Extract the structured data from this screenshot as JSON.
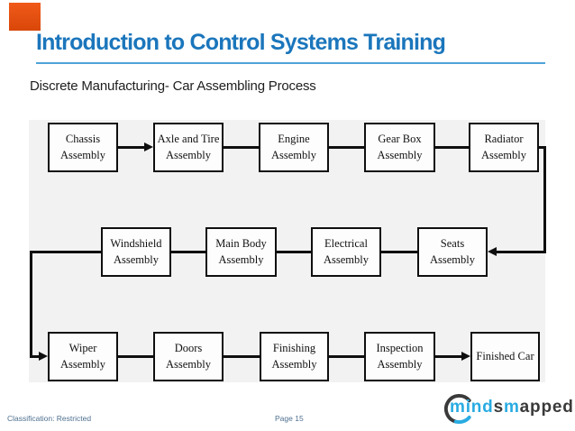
{
  "slide": {
    "title": "Introduction to Control Systems Training",
    "subtitle": "Discrete Manufacturing- Car Assembling Process"
  },
  "flowchart": {
    "nodes": [
      {
        "label": "Chassis\nAssembly"
      },
      {
        "label": "Axle and Tire\nAssembly"
      },
      {
        "label": "Engine\nAssembly"
      },
      {
        "label": "Gear Box\nAssembly"
      },
      {
        "label": "Radiator\nAssembly"
      },
      {
        "label": "Windshield\nAssembly"
      },
      {
        "label": "Main Body\nAssembly"
      },
      {
        "label": "Electrical\nAssembly"
      },
      {
        "label": "Seats\nAssembly"
      },
      {
        "label": "Wiper\nAssembly"
      },
      {
        "label": "Doors\nAssembly"
      },
      {
        "label": "Finishing\nAssembly"
      },
      {
        "label": "Inspection\nAssembly"
      },
      {
        "label": "Finished Car"
      }
    ]
  },
  "footer": {
    "classification": "Classification: Restricted",
    "page": "Page 15"
  },
  "logo": {
    "part1": "mind",
    "part2": "s",
    "part3": "m",
    "part4": "apped"
  },
  "colors": {
    "title_blue": "#1B76BC",
    "underline_blue": "#4FA3D9",
    "marker_orange": "#E8520F",
    "diagram_background": "#F2F2F2",
    "box_border": "#0F0F0F",
    "footer_blue": "#4E7090",
    "logo_blue": "#29ABE2",
    "logo_dark": "#3A3A3A"
  }
}
